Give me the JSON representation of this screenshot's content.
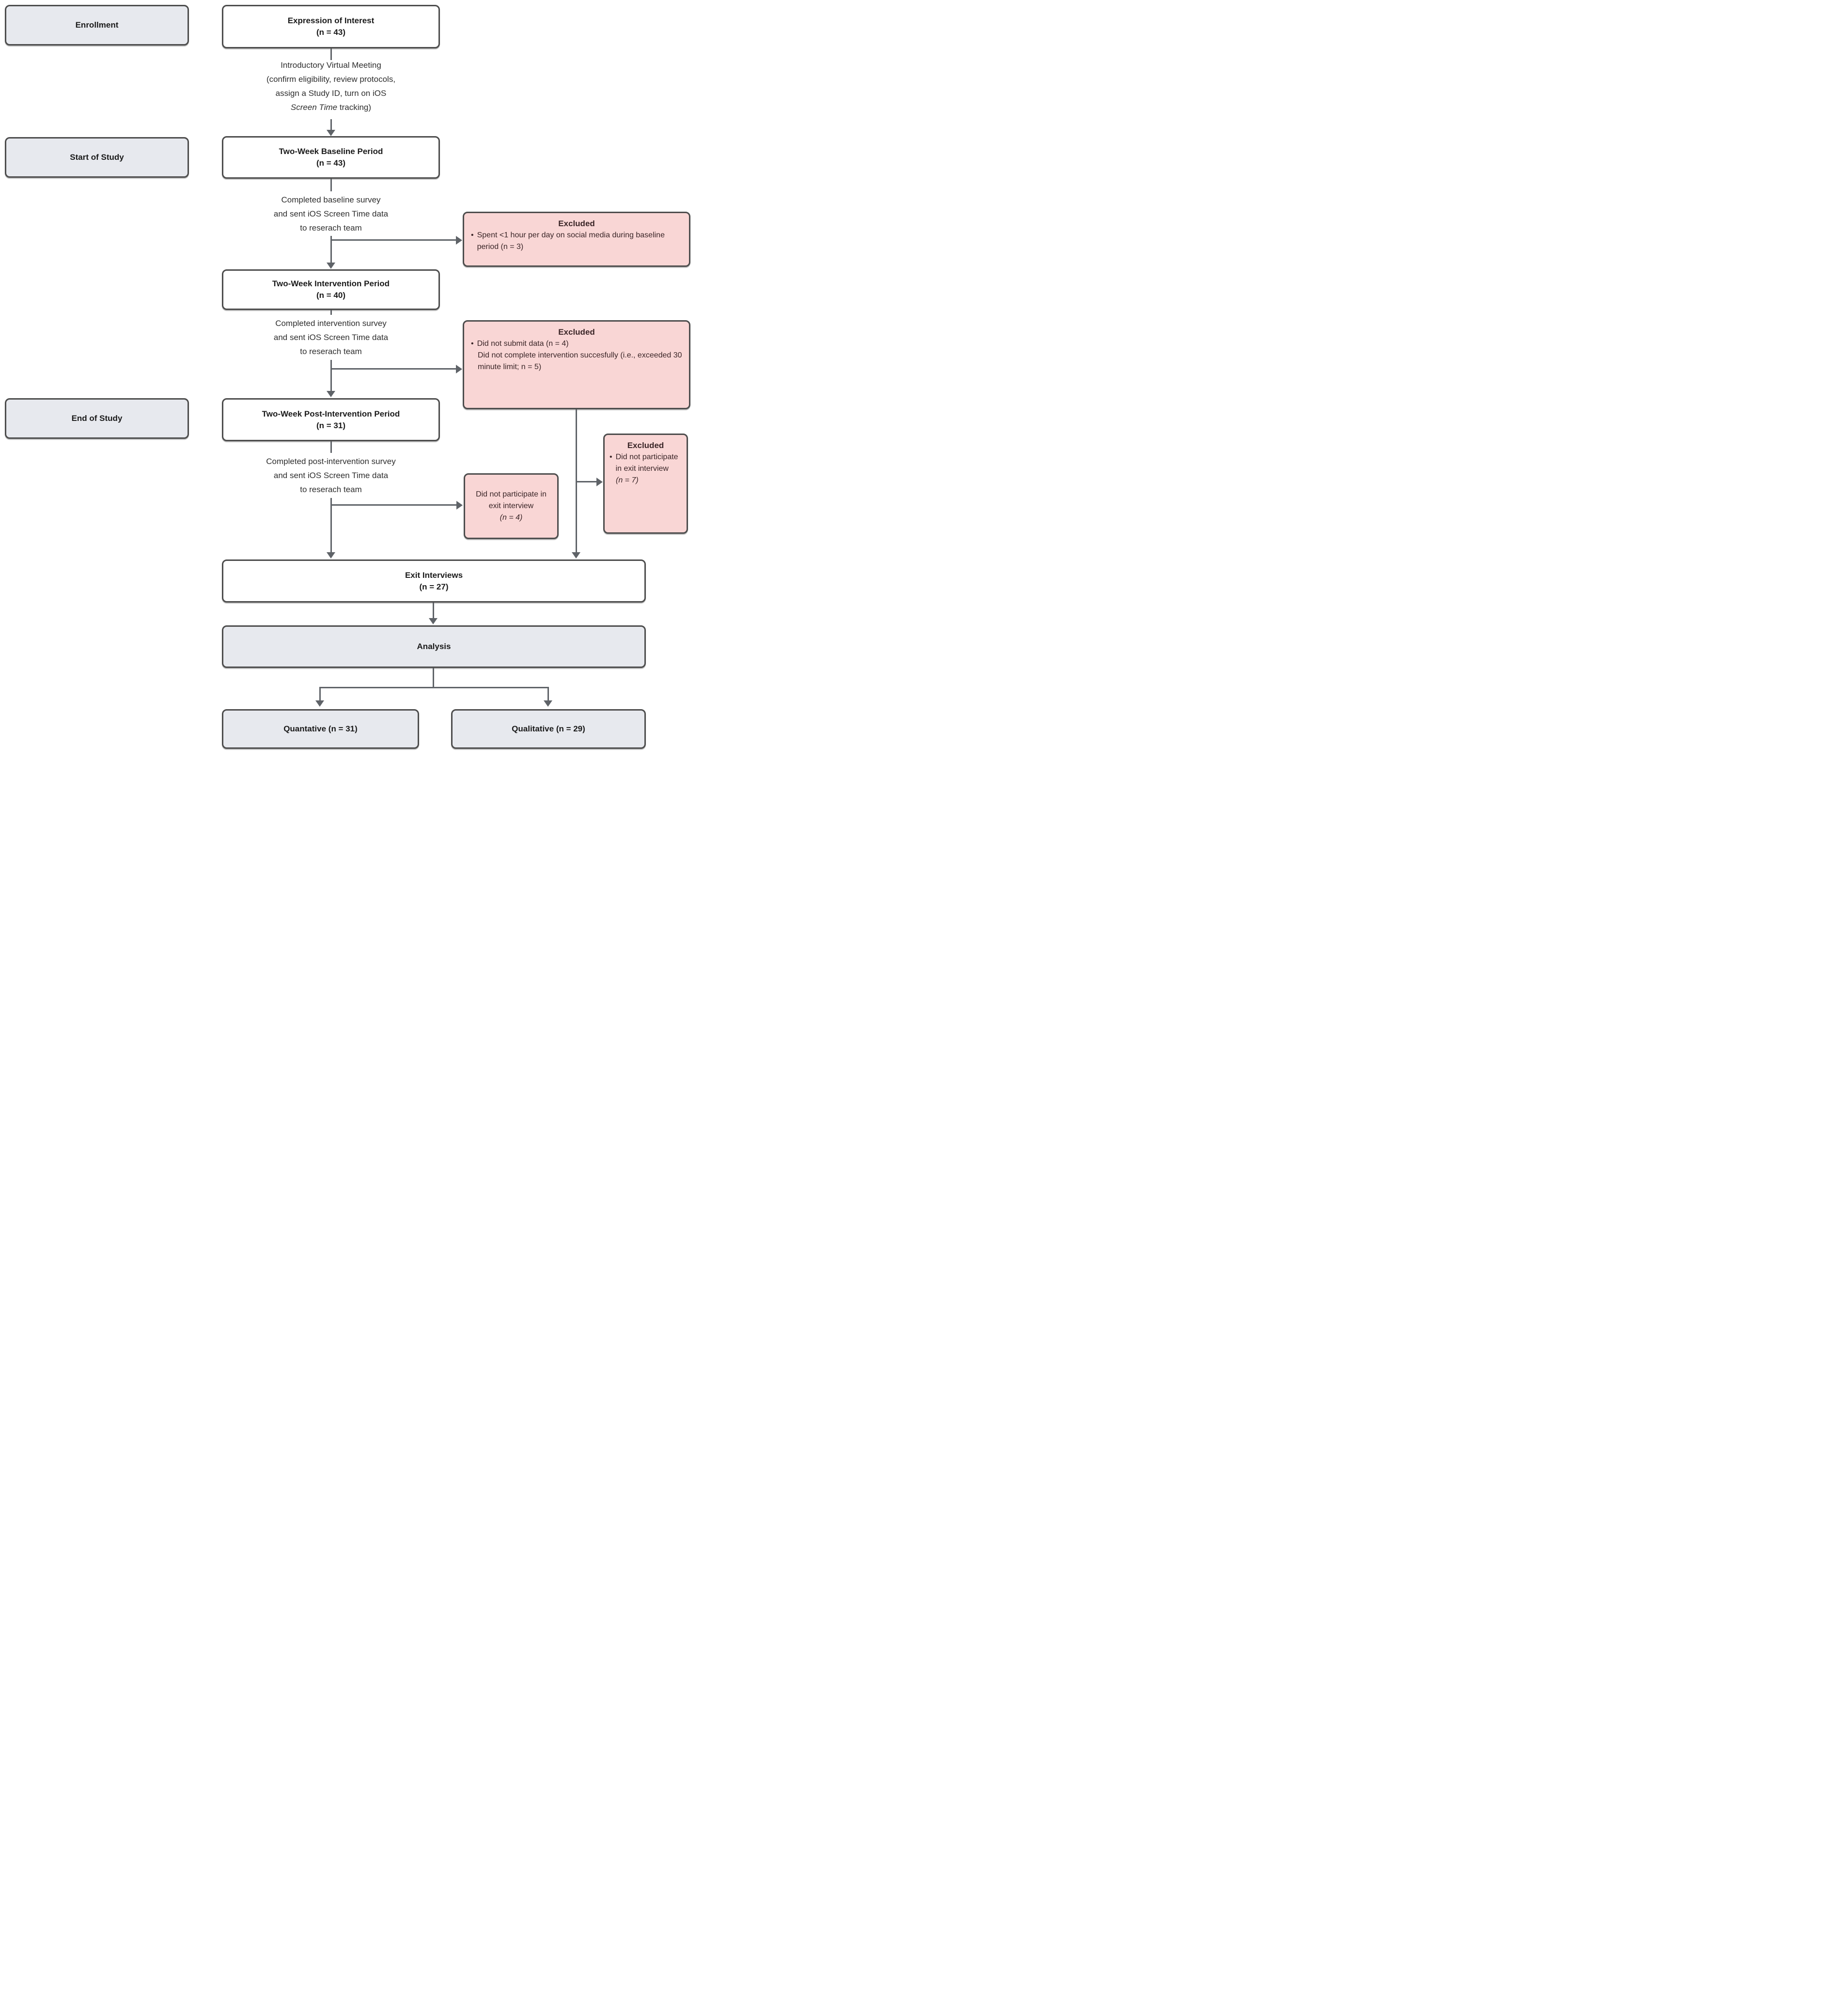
{
  "diagram": {
    "sidebar": {
      "enrollment": "Enrollment",
      "start_of_study": "Start of Study",
      "end_of_study": "End of Study"
    },
    "stages": {
      "expression_of_interest": {
        "title": "Expression of Interest",
        "n": "(n = 43)"
      },
      "baseline": {
        "title": "Two-Week Baseline Period",
        "n": "(n = 43)"
      },
      "intervention": {
        "title": "Two-Week Intervention Period",
        "n": "(n = 40)"
      },
      "post_intervention": {
        "title": "Two-Week Post-Intervention Period",
        "n": "(n = 31)"
      },
      "exit_interviews": {
        "title": "Exit Interviews",
        "n": "(n = 27)"
      },
      "analysis": {
        "title": "Analysis"
      },
      "quantitative": {
        "title": "Quantative (n = 31)"
      },
      "qualitative": {
        "title": "Qualitative (n = 29)"
      }
    },
    "notes": {
      "intro": {
        "line1": "Introductory Virtual Meeting",
        "line2": "(confirm eligibility, review protocols,",
        "line3": "assign a Study ID, turn on iOS",
        "line4_italic": "Screen Time",
        "line4_rest": " tracking)"
      },
      "baseline_note": {
        "line1": "Completed baseline survey",
        "line2": "and sent iOS Screen Time data",
        "line3": "to reserach team"
      },
      "intervention_note": {
        "line1": "Completed intervention survey",
        "line2": "and sent iOS Screen Time data",
        "line3": "to reserach team"
      },
      "post_note": {
        "line1": "Completed post-intervention survey",
        "line2": "and sent iOS Screen Time data",
        "line3": "to reserach team"
      }
    },
    "exclusions": {
      "bullet_glyph": "•",
      "excluded_baseline": {
        "title": "Excluded",
        "bullet": "Spent <1 hour per day on social media during baseline period (n = 3)"
      },
      "excluded_intervention": {
        "title": "Excluded",
        "bullet": "Did not submit data (n = 4)",
        "continuation": "Did not complete intervention succesfully (i.e., exceeded 30 minute limit; n = 5)"
      },
      "no_exit_interview_main": {
        "text": "Did not participate in exit interview",
        "n": "(n = 4)"
      },
      "no_exit_interview_side": {
        "title": "Excluded",
        "text": "Did not participate in exit interview",
        "n": "(n = 7)"
      }
    },
    "colors": {
      "stage_gray": "#e7e9ee",
      "excluded_pink": "#f9d6d5",
      "border_dark": "#4d4d4d",
      "connector": "#5f6368"
    }
  }
}
